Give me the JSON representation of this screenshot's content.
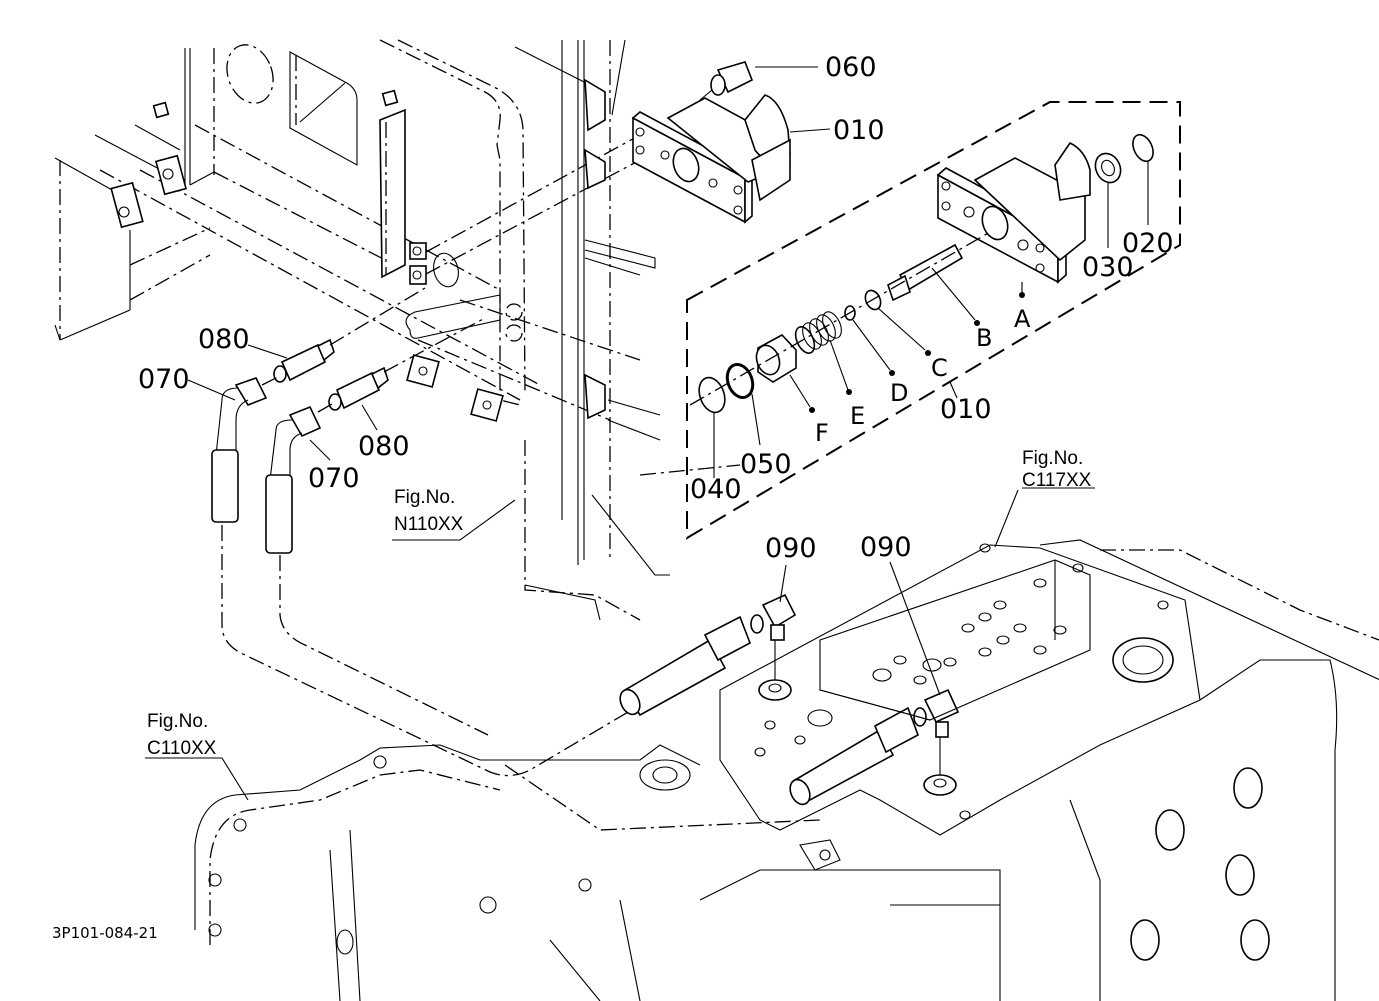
{
  "diagram": {
    "type": "exploded-parts-diagram",
    "document_code": "3P101-084-21",
    "part_labels": {
      "p010_top": "010",
      "p010_box": "010",
      "p020": "020",
      "p030": "030",
      "p040": "040",
      "p050": "050",
      "p060": "060",
      "p070_left": "070",
      "p070_right": "070",
      "p080_left": "080",
      "p080_right": "080",
      "p090_left": "090",
      "p090_right": "090"
    },
    "subpart_labels": {
      "A": "A",
      "B": "B",
      "C": "C",
      "D": "D",
      "E": "E",
      "F": "F"
    },
    "figure_references": [
      {
        "caption": "Fig.No.",
        "code": "N110XX"
      },
      {
        "caption": "Fig.No.",
        "code": "C117XX"
      },
      {
        "caption": "Fig.No.",
        "code": "C110XX"
      }
    ]
  }
}
